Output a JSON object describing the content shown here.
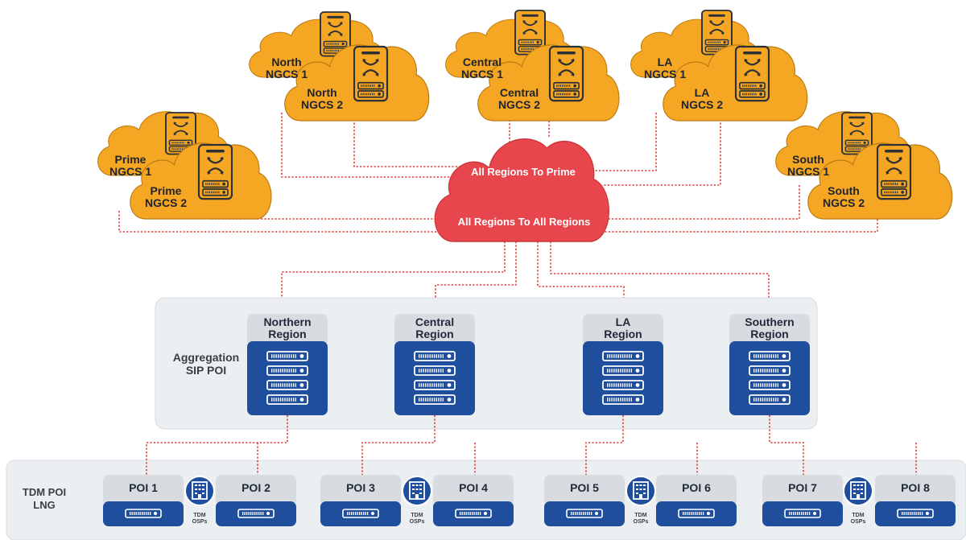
{
  "clouds": [
    {
      "id": "north",
      "line1": "North",
      "line2": "NGCS 1",
      "front_line1": "North",
      "front_line2": "NGCS 2"
    },
    {
      "id": "central",
      "line1": "Central",
      "line2": "NGCS 1",
      "front_line1": "Central",
      "front_line2": "NGCS 2"
    },
    {
      "id": "la",
      "line1": "LA",
      "line2": "NGCS 1",
      "front_line1": "LA",
      "front_line2": "NGCS 2"
    },
    {
      "id": "prime",
      "line1": "Prime",
      "line2": "NGCS 1",
      "front_line1": "Prime",
      "front_line2": "NGCS 2"
    },
    {
      "id": "south",
      "line1": "South",
      "line2": "NGCS 1",
      "front_line1": "South",
      "front_line2": "NGCS 2"
    }
  ],
  "core": {
    "to_prime": "All Regions To Prime",
    "to_all": "All Regions To All Regions"
  },
  "aggregation": {
    "title_line1": "Aggregation",
    "title_line2": "SIP POI",
    "regions": [
      {
        "line1": "Northern",
        "line2": "Region"
      },
      {
        "line1": "Central",
        "line2": "Region"
      },
      {
        "line1": "LA",
        "line2": "Region"
      },
      {
        "line1": "Southern",
        "line2": "Region"
      }
    ]
  },
  "tdm": {
    "title_line1": "TDM POI",
    "title_line2": "LNG",
    "pois": [
      "POI 1",
      "POI 2",
      "POI 3",
      "POI 4",
      "POI 5",
      "POI 6",
      "POI 7",
      "POI 8"
    ],
    "ops_line1": "TDM",
    "ops_line2": "OSPs"
  },
  "colors": {
    "cloud": "#f5a623",
    "cloud_edge": "#b97b12",
    "core_cloud": "#e8464d",
    "link": "#e03a3a",
    "region_blue": "#1f4e9c",
    "panel_grey": "#eceff1"
  }
}
